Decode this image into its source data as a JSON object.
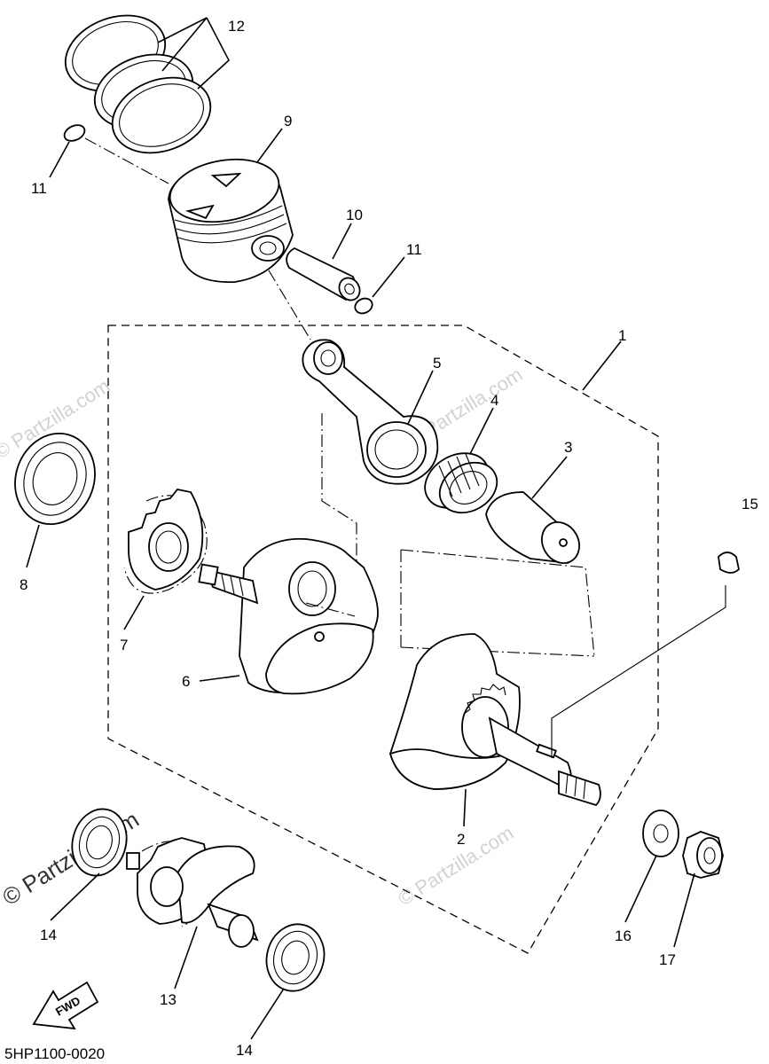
{
  "callouts": [
    {
      "id": "c1",
      "text": "1"
    },
    {
      "id": "c2",
      "text": "2"
    },
    {
      "id": "c3",
      "text": "3"
    },
    {
      "id": "c4",
      "text": "4"
    },
    {
      "id": "c5",
      "text": "5"
    },
    {
      "id": "c6",
      "text": "6"
    },
    {
      "id": "c7",
      "text": "7"
    },
    {
      "id": "c8",
      "text": "8"
    },
    {
      "id": "c9",
      "text": "9"
    },
    {
      "id": "c10",
      "text": "10"
    },
    {
      "id": "c11a",
      "text": "11"
    },
    {
      "id": "c11b",
      "text": "11"
    },
    {
      "id": "c12",
      "text": "12"
    },
    {
      "id": "c13",
      "text": "13"
    },
    {
      "id": "c14a",
      "text": "14"
    },
    {
      "id": "c14b",
      "text": "14"
    },
    {
      "id": "c15",
      "text": "15"
    },
    {
      "id": "c16",
      "text": "16"
    },
    {
      "id": "c17",
      "text": "17"
    }
  ],
  "diagram_code": "5HP1100-0020",
  "fwd_label": "FWD",
  "watermark_text": "© Partzilla.com"
}
